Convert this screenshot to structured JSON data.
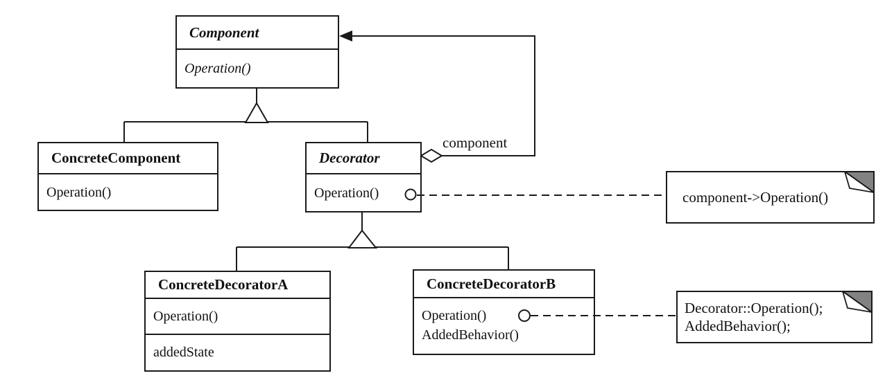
{
  "diagram": {
    "kind": "uml-class-diagram",
    "pattern": "Decorator",
    "colors": {
      "line": "#1a1a1a",
      "background": "#ffffff",
      "note_fold_gray": "#828282"
    },
    "classes": {
      "component": {
        "name": "Component",
        "operations": [
          "Operation()"
        ]
      },
      "concrete_component": {
        "name": "ConcreteComponent",
        "operations": [
          "Operation()"
        ]
      },
      "decorator": {
        "name": "Decorator",
        "operations": [
          "Operation()"
        ]
      },
      "concrete_decorator_a": {
        "name": "ConcreteDecoratorA",
        "operations": [
          "Operation()"
        ],
        "attributes": [
          "addedState"
        ]
      },
      "concrete_decorator_b": {
        "name": "ConcreteDecoratorB",
        "operations": [
          "Operation()",
          "AddedBehavior()"
        ]
      }
    },
    "relationships": {
      "aggregation_label": "component"
    },
    "notes": {
      "decorator_operation": {
        "lines": [
          "component->Operation()"
        ]
      },
      "concrete_decorator_b_operation": {
        "lines": [
          "Decorator::Operation();",
          "AddedBehavior();"
        ]
      }
    }
  }
}
